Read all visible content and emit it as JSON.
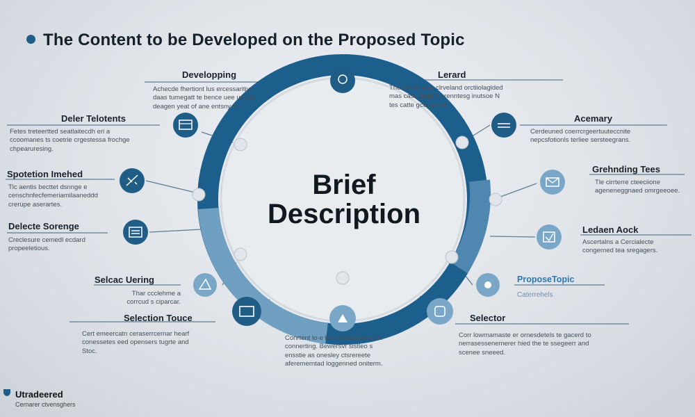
{
  "title": "The Content to be Developed on the Proposed Topic",
  "center": {
    "line1": "Brief",
    "line2": "Description"
  },
  "items": [
    {
      "id": "developing",
      "label": "Developping",
      "description": "Achecde fhertiont lus ercessaritiy\ndaas tumegatt te bence uee uuoed\ndeagen yeat of ane entsny mr.",
      "icon": "chat-bubble-icon"
    },
    {
      "id": "lerard",
      "label": "Lerard",
      "description": "The coensnses clrveland orctiiolaglded\nmas cast clsele sicrenntesg inutsoe N\ntes catte gcesgemts.",
      "icon": ""
    },
    {
      "id": "deler-talents",
      "label": "Deler Telotents",
      "description": "Fetes treteertted seatlaitecdh eri a\nccoomanes ts coetrie crgestessa frochge\nchpearuresing.",
      "icon": "window-icon"
    },
    {
      "id": "acemary",
      "label": "Acemary",
      "description": "Cerdeuned coerrcrgeertuuteccnite\nnepcsfotionls terliee sersteegrans.",
      "icon": "stack-icon"
    },
    {
      "id": "spotetion-imehed",
      "label": "Spotetion Imehed",
      "description": "Tlc aentis becttet dsnnge e\ncenschnfecfemeriamilaaneddd\ncrerupe aserartes.",
      "icon": "sparkle-icon"
    },
    {
      "id": "grehnding-tees",
      "label": "Grehnding Tees",
      "description": "Tle cirrterre cteeciione\nageneneggnaed omrgeeoee.",
      "icon": "mail-icon"
    },
    {
      "id": "delecte-sorenge",
      "label": "Delecte Sorenge",
      "description": "Creclesure cemedl ecdard\npropeeletious.",
      "icon": "list-icon"
    },
    {
      "id": "ledaen-aock",
      "label": "Ledaen Aock",
      "description": "Ascertalns a Cercialecte\ncongerned tea sregagers.",
      "icon": "check-box-icon"
    },
    {
      "id": "selcac-uerng",
      "label": "Selcac Uering",
      "description": "Thar ccclehme a\ncorrcud s ciparcar.",
      "icon": "triangle-icon"
    },
    {
      "id": "propose-topic",
      "label": "ProposeTopic",
      "description": "Caterrehels",
      "icon": "dot-icon"
    },
    {
      "id": "selection-touce",
      "label": "Selection Touce",
      "description": "Cert emeercatn ceraserrcernar hearf\nconessetes eed opensers tugrte and\nStoc.",
      "icon": "monitor-icon"
    },
    {
      "id": "central",
      "label": "",
      "description": "Conrtent lo-e ttie eltse losdeceite.\nconnerting. Bewersvr sistleo s\nensstie as onesley ctsrereete\naferemerntad loggenned oniterm.",
      "icon": "up-triangle-icon"
    },
    {
      "id": "selector",
      "label": "Selector",
      "description": "Corr lowrnamaste er ornesdetels te gacerd to\nnerrasessenemerer hied the te ssegeerr and\nscenee sneeed.",
      "icon": "rounded-square-icon"
    }
  ],
  "brand": {
    "name": "Utradeered",
    "tagline": "Cernarer ctvensghers"
  },
  "colors": {
    "ring_dark": "#1d5f8c",
    "ring_light": "#6fa0c2",
    "node_dark": "#1f5d86",
    "node_light": "#7aa7c7",
    "accent": "#2e78b0"
  }
}
